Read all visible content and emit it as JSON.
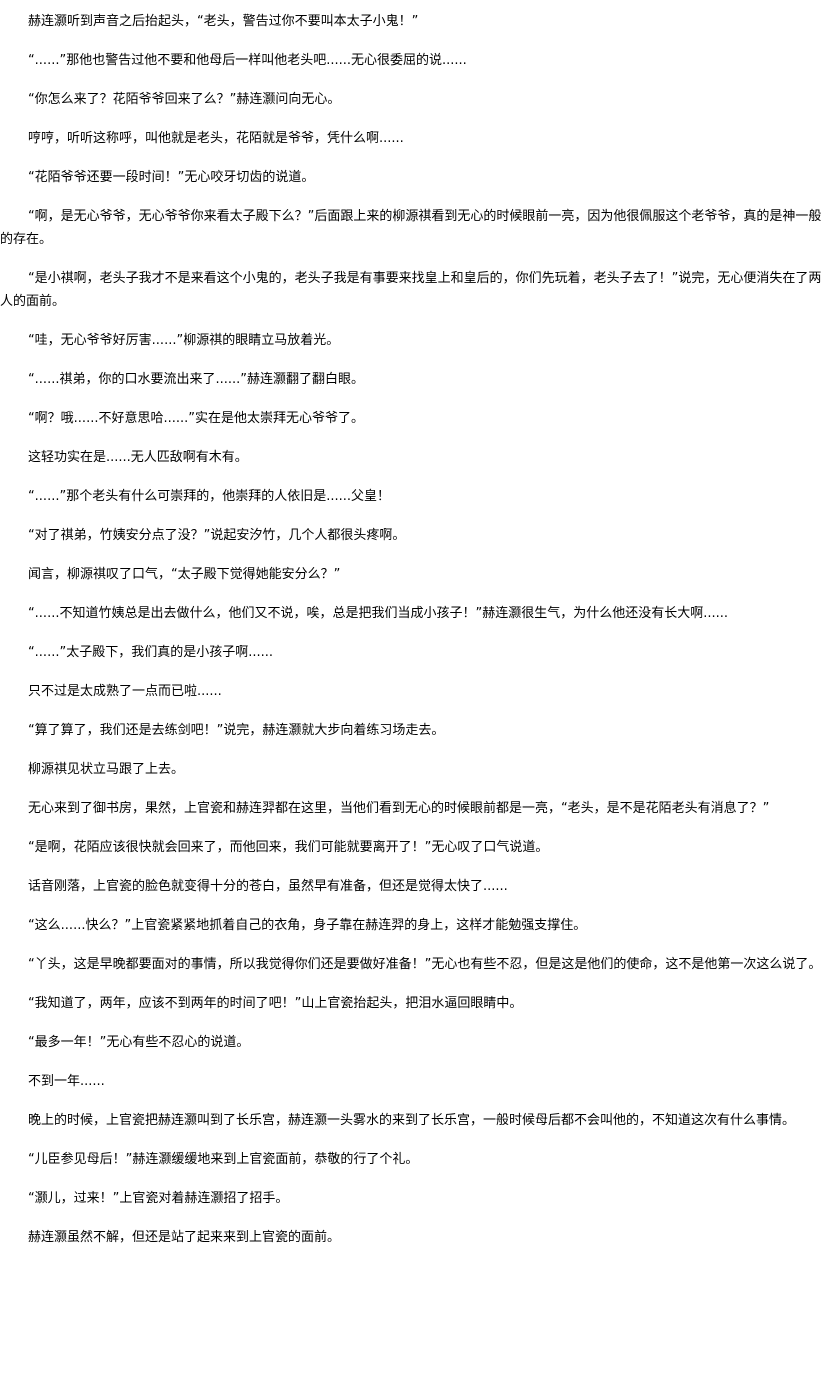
{
  "paragraphs": [
    "赫连灏听到声音之后抬起头，“老头，警告过你不要叫本太子小鬼！”",
    "“......”那他也警告过他不要和他母后一样叫他老头吧......无心很委屈的说......",
    "“你怎么来了？花陌爷爷回来了么？”赫连灏问向无心。",
    "哼哼，听听这称呼，叫他就是老头，花陌就是爷爷，凭什么啊......",
    "“花陌爷爷还要一段时间！”无心咬牙切齿的说道。",
    "“啊，是无心爷爷，无心爷爷你来看太子殿下么？”后面跟上来的柳源祺看到无心的时候眼前一亮，因为他很佩服这个老爷爷，真的是神一般的存在。",
    "“是小祺啊，老头子我才不是来看这个小鬼的，老头子我是有事要来找皇上和皇后的，你们先玩着，老头子去了！”说完，无心便消失在了两人的面前。",
    "“哇，无心爷爷好厉害......”柳源祺的眼睛立马放着光。",
    "“......祺弟，你的口水要流出来了......”赫连灏翻了翻白眼。",
    "“啊？哦......不好意思哈......”实在是他太崇拜无心爷爷了。",
    "这轻功实在是......无人匹敌啊有木有。",
    "“......”那个老头有什么可崇拜的，他崇拜的人依旧是......父皇！",
    "“对了祺弟，竹姨安分点了没？”说起安汐竹，几个人都很头疼啊。",
    "闻言，柳源祺叹了口气，“太子殿下觉得她能安分么？”",
    "“......不知道竹姨总是出去做什么，他们又不说，唉，总是把我们当成小孩子！”赫连灏很生气，为什么他还没有长大啊......",
    "“......”太子殿下，我们真的是小孩子啊......",
    "只不过是太成熟了一点而已啦......",
    "“算了算了，我们还是去练剑吧！”说完，赫连灏就大步向着练习场走去。",
    "柳源祺见状立马跟了上去。",
    "无心来到了御书房，果然，上官瓷和赫连羿都在这里，当他们看到无心的时候眼前都是一亮，“老头，是不是花陌老头有消息了？”",
    "“是啊，花陌应该很快就会回来了，而他回来，我们可能就要离开了！”无心叹了口气说道。",
    "话音刚落，上官瓷的脸色就变得十分的苍白，虽然早有准备，但还是觉得太快了......",
    "“这么......快么？”上官瓷紧紧地抓着自己的衣角，身子靠在赫连羿的身上，这样才能勉强支撑住。",
    "“丫头，这是早晚都要面对的事情，所以我觉得你们还是要做好准备！”无心也有些不忍，但是这是他们的使命，这不是他第一次这么说了。",
    "“我知道了，两年，应该不到两年的时间了吧！”山上官瓷抬起头，把泪水逼回眼睛中。",
    "“最多一年！”无心有些不忍心的说道。",
    "不到一年......",
    "晚上的时候，上官瓷把赫连灏叫到了长乐宫，赫连灏一头雾水的来到了长乐宫，一般时候母后都不会叫他的，不知道这次有什么事情。",
    "“儿臣参见母后！”赫连灏缓缓地来到上官瓷面前，恭敬的行了个礼。",
    "“灏儿，过来！”上官瓷对着赫连灏招了招手。",
    "赫连灏虽然不解，但还是站了起来来到上官瓷的面前。"
  ]
}
